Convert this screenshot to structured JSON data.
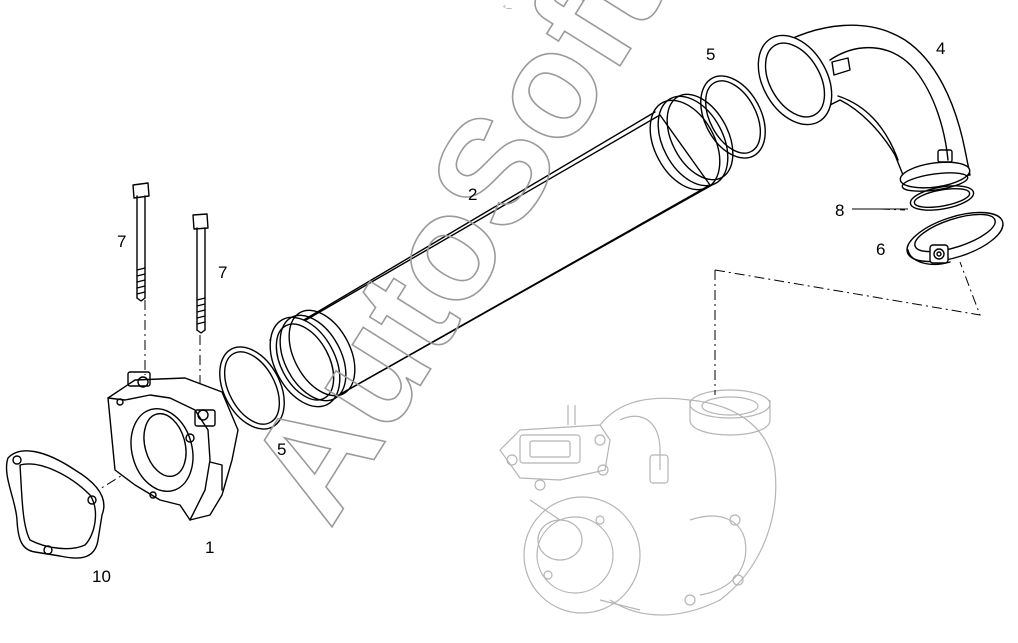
{
  "header_mark": "°—",
  "watermark": "AutoSoft",
  "callouts": [
    {
      "id": "label-1",
      "text": "1"
    },
    {
      "id": "label-2",
      "text": "2"
    },
    {
      "id": "label-4",
      "text": "4"
    },
    {
      "id": "label-5-top",
      "text": "5"
    },
    {
      "id": "label-5-bottom",
      "text": "5"
    },
    {
      "id": "label-6",
      "text": "6"
    },
    {
      "id": "label-7-left",
      "text": "7"
    },
    {
      "id": "label-7-right",
      "text": "7"
    },
    {
      "id": "label-8",
      "text": "8"
    },
    {
      "id": "label-10",
      "text": "10"
    }
  ]
}
